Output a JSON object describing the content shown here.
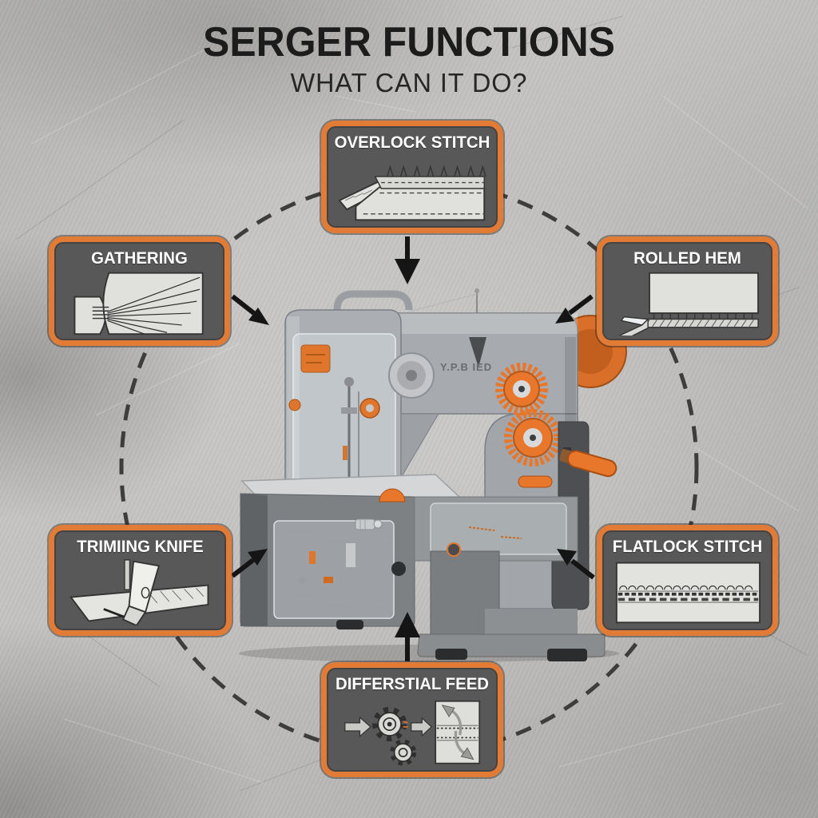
{
  "title": {
    "main": "SERGER FUNCTIONS",
    "subtitle": "WHAT CAN IT DO?"
  },
  "callouts": [
    {
      "id": "overlock-stitch",
      "label": "OVERLOCK STITCH"
    },
    {
      "id": "gathering",
      "label": "GATHERING"
    },
    {
      "id": "rolled-hem",
      "label": "ROLLED HEM"
    },
    {
      "id": "trimming-knife",
      "label": "TRIMIING KNIFE"
    },
    {
      "id": "flatlock-stitch",
      "label": "FLATLOCK STITCH"
    },
    {
      "id": "differential-feed",
      "label": "DIFFERSTIAL FEED"
    }
  ],
  "machine": {
    "label": "Y.P.B IED"
  },
  "colors": {
    "accent_orange": "#E27B35",
    "machine_orange": "#E8772B",
    "box_background": "#585858",
    "box_title_text": "#FFFFFF",
    "title_text": "#1C1C1C",
    "arrow_black": "#151515",
    "dashed_circle": "#3D3D3D",
    "background_gray": "#BFBEBC",
    "fabric_light": "#E2E2DF"
  }
}
